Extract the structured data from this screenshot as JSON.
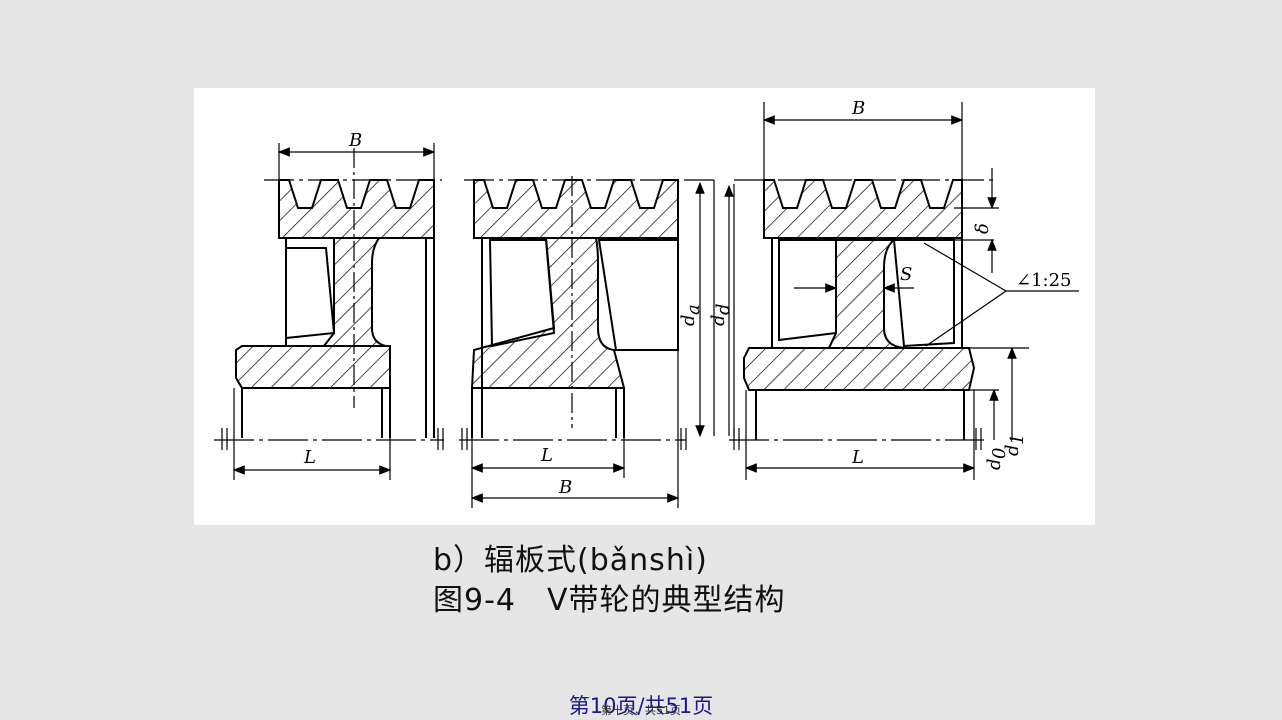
{
  "figure": {
    "dimension_labels": {
      "B": "B",
      "L": "L",
      "S": "S",
      "da": "d",
      "da_sub": "a",
      "dd": "d",
      "dd_sub": "d",
      "delta": "δ",
      "d0": "d",
      "d0_sub": "0",
      "d1": "d",
      "d1_sub": "1",
      "taper": "∠1:25"
    }
  },
  "caption": {
    "line1": "b）辐板式(bǎnshì)",
    "line2": "图9-4　V带轮的典型结构"
  },
  "footer": {
    "page_text": "第10页/共51页",
    "overlay_text": "第十页，共51页"
  },
  "colors": {
    "background": "#e6e6e6",
    "figure_bg": "#ffffff",
    "footer_text": "#1a1a8c"
  }
}
